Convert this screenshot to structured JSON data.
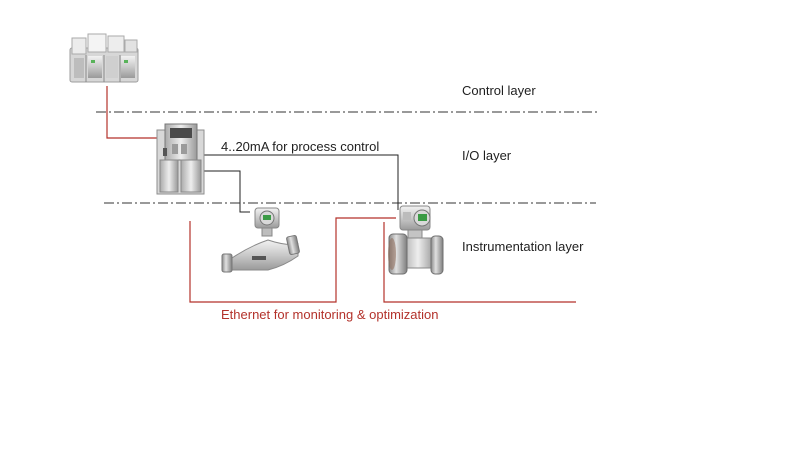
{
  "layers": {
    "control": "Control layer",
    "io": "I/O layer",
    "instrumentation": "Instrumentation layer"
  },
  "signals": {
    "analog": "4..20mA for process control",
    "ethernet": "Ethernet for monitoring & optimization"
  },
  "colors": {
    "ethernet_line": "#b3322b",
    "analog_line": "#222222",
    "divider": "#333333"
  },
  "devices": [
    {
      "name": "PLC controller",
      "icon": "plc-controller-icon"
    },
    {
      "name": "Remote I/O module",
      "icon": "remote-io-icon"
    },
    {
      "name": "Coriolis mass flowmeter",
      "icon": "coriolis-flowmeter-icon"
    },
    {
      "name": "Electromagnetic flowmeter",
      "icon": "electromagnetic-flowmeter-icon"
    }
  ]
}
